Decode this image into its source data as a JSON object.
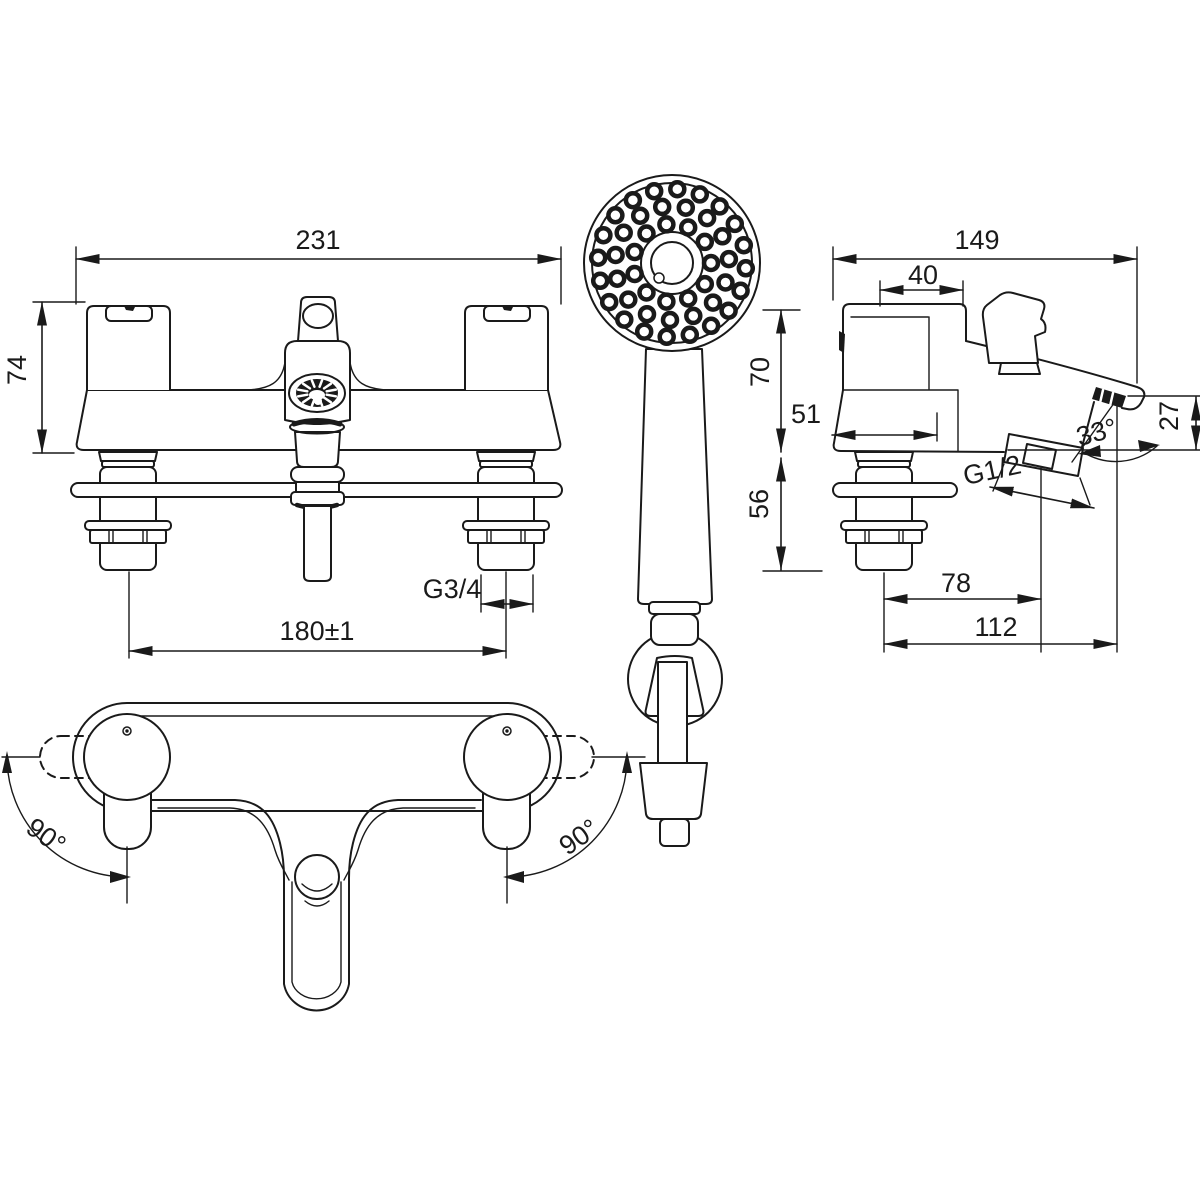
{
  "title": "Bath shower mixer dimensional drawing",
  "colors": {
    "line": "#1a1a1a",
    "background": "#ffffff"
  },
  "labels": {
    "front": {
      "overall_width": "231",
      "body_height": "74",
      "tap_centres": "180±1",
      "inlet_thread": "G3/4"
    },
    "side": {
      "overall_depth": "149",
      "handle_depth": "40",
      "body_height": "70",
      "base_depth": "51",
      "under_deck": "56",
      "outlet_thread": "G1/2",
      "spout_angle": "33°",
      "spout_drop": "27",
      "outlet_offset": "78",
      "spout_reach": "112"
    },
    "plan": {
      "handle_swing_left": "90°",
      "handle_swing_right": "90°"
    }
  }
}
